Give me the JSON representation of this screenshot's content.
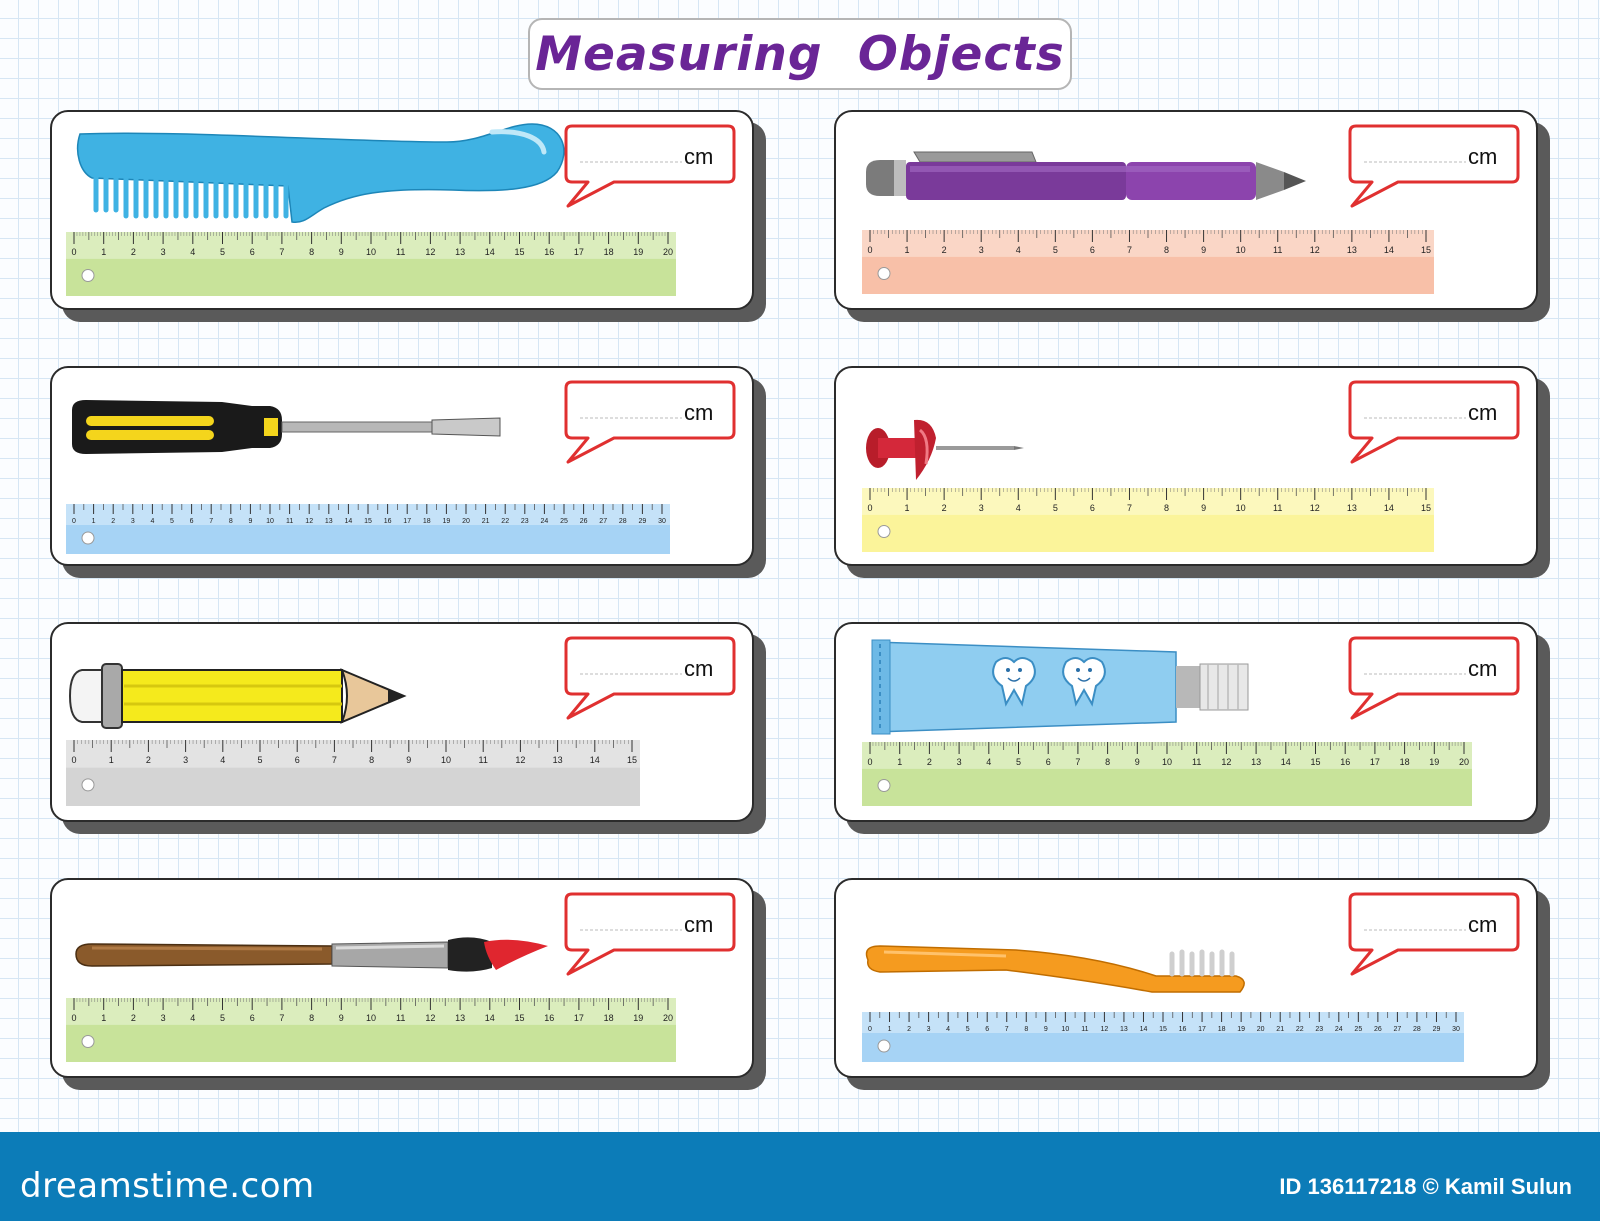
{
  "title": "Measuring  Objects",
  "unit_label": "cm",
  "footer": {
    "brand": "dreamstime.com",
    "credit": "ID 136117218 © Kamil Sulun"
  },
  "cards": [
    {
      "object": "comb",
      "ruler_max": 20,
      "ruler_color": "#c8e39a"
    },
    {
      "object": "pen",
      "ruler_max": 15,
      "ruler_color": "#f8c0a8"
    },
    {
      "object": "screwdriver",
      "ruler_max": 30,
      "ruler_color": "#a6d3f5"
    },
    {
      "object": "push-pin",
      "ruler_max": 15,
      "ruler_color": "#fbf49a"
    },
    {
      "object": "pencil",
      "ruler_max": 15,
      "ruler_color": "#d4d4d4"
    },
    {
      "object": "toothpaste",
      "ruler_max": 20,
      "ruler_color": "#c8e39a"
    },
    {
      "object": "paintbrush",
      "ruler_max": 20,
      "ruler_color": "#c8e39a"
    },
    {
      "object": "toothbrush",
      "ruler_max": 30,
      "ruler_color": "#a6d3f5"
    }
  ]
}
